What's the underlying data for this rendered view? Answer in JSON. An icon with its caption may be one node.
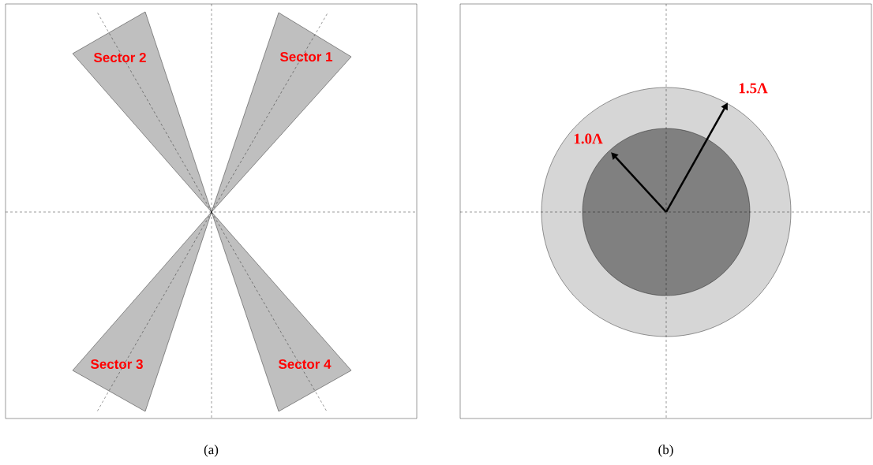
{
  "diagram": {
    "nodes": [
      {
        "text": [
          "(a)"
        ]
      },
      {
        "text": [
          "Sector 2"
        ],
        "in": 0
      },
      {
        "text": [
          "Sector 1"
        ],
        "in": 0
      },
      {
        "text": [
          "Sector 3"
        ],
        "in": 0
      },
      {
        "text": [
          "Sector 4"
        ],
        "in": 0
      },
      {
        "text": [
          "(b)"
        ]
      },
      {
        "text": [],
        "shape": "circle",
        "in": 5
      },
      {
        "text": [],
        "shape": "circle",
        "in": 6
      }
    ],
    "labels": [
      "1.0Λ",
      "1.5Λ"
    ]
  }
}
